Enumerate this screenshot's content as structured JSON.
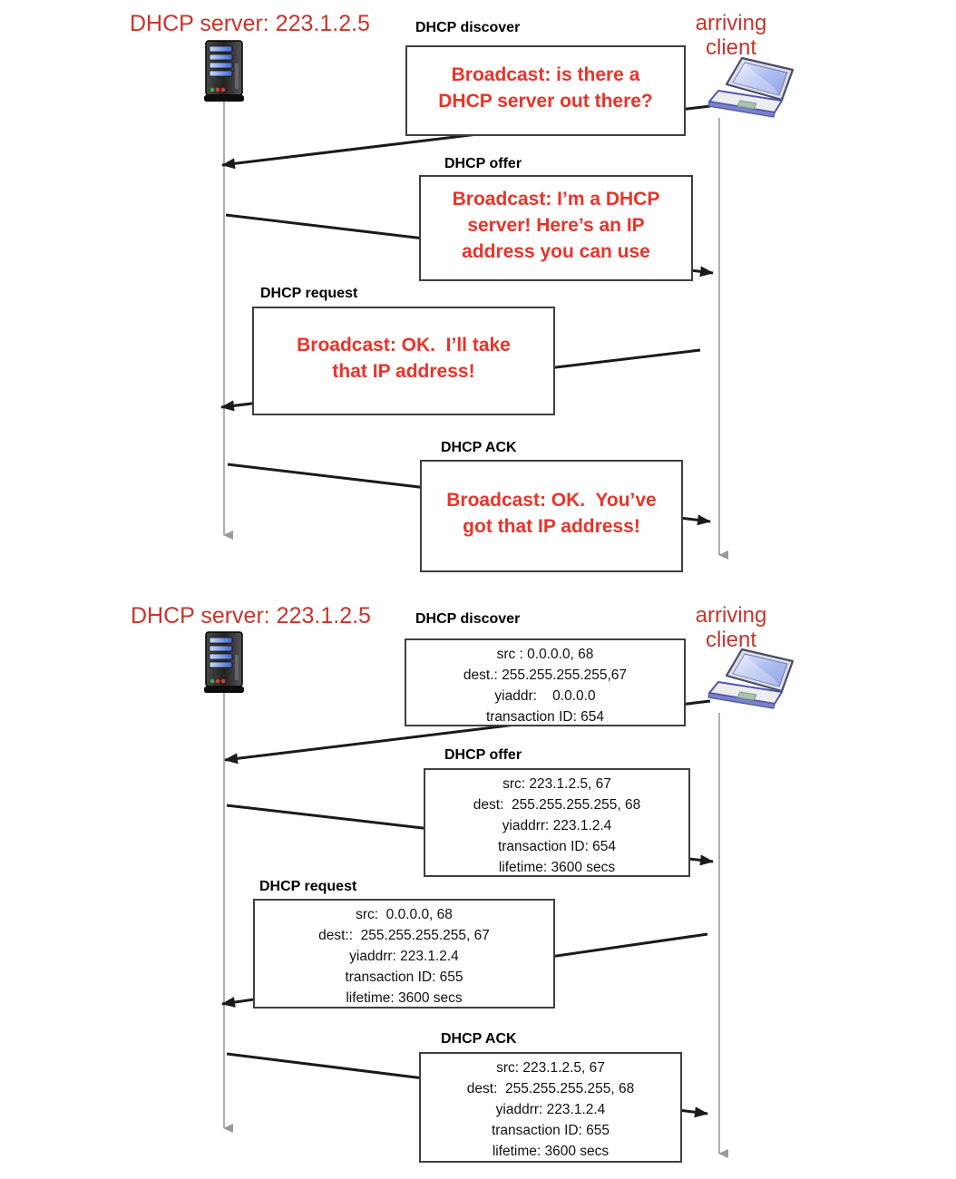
{
  "colors": {
    "header_red": "#c5352c",
    "message_red": "#e8342a",
    "arrow_black": "#1a1a1a",
    "lifeline_gray": "#9a9a9a",
    "box_border": "#3f3f3f"
  },
  "panels": [
    {
      "name": "conceptual-exchange",
      "server_title": "DHCP server: 223.1.2.5",
      "client_title": [
        "arriving",
        "client"
      ],
      "messages": [
        {
          "label": "DHCP discover",
          "from": "client",
          "to": "server",
          "lines": [
            "Broadcast: is there a",
            "DHCP server out there?"
          ]
        },
        {
          "label": "DHCP offer",
          "from": "server",
          "to": "client",
          "lines": [
            "Broadcast: I’m a DHCP",
            "server! Here’s an IP",
            "address you can use"
          ]
        },
        {
          "label": "DHCP request",
          "from": "client",
          "to": "server",
          "lines": [
            "Broadcast: OK.  I’ll take",
            "that IP address!"
          ]
        },
        {
          "label": "DHCP ACK",
          "from": "server",
          "to": "client",
          "lines": [
            "Broadcast: OK.  You’ve",
            "got that IP address!"
          ]
        }
      ]
    },
    {
      "name": "packet-detail-exchange",
      "server_title": "DHCP server: 223.1.2.5",
      "client_title": [
        "arriving",
        "client"
      ],
      "messages": [
        {
          "label": "DHCP discover",
          "from": "client",
          "to": "server",
          "lines": [
            "src : 0.0.0.0, 68",
            "dest.: 255.255.255.255,67",
            "yiaddr:    0.0.0.0",
            "transaction ID: 654"
          ]
        },
        {
          "label": "DHCP offer",
          "from": "server",
          "to": "client",
          "lines": [
            "src: 223.1.2.5, 67",
            "dest:  255.255.255.255, 68",
            "yiaddrr: 223.1.2.4",
            "transaction ID: 654",
            "lifetime: 3600 secs"
          ]
        },
        {
          "label": "DHCP request",
          "from": "client",
          "to": "server",
          "lines": [
            "src:  0.0.0.0, 68",
            "dest::  255.255.255.255, 67",
            "yiaddrr: 223.1.2.4",
            "transaction ID: 655",
            "lifetime: 3600 secs"
          ]
        },
        {
          "label": "DHCP ACK",
          "from": "server",
          "to": "client",
          "lines": [
            "src: 223.1.2.5, 67",
            "dest:  255.255.255.255, 68",
            "yiaddrr: 223.1.2.4",
            "transaction ID: 655",
            "lifetime: 3600 secs"
          ]
        }
      ]
    }
  ]
}
